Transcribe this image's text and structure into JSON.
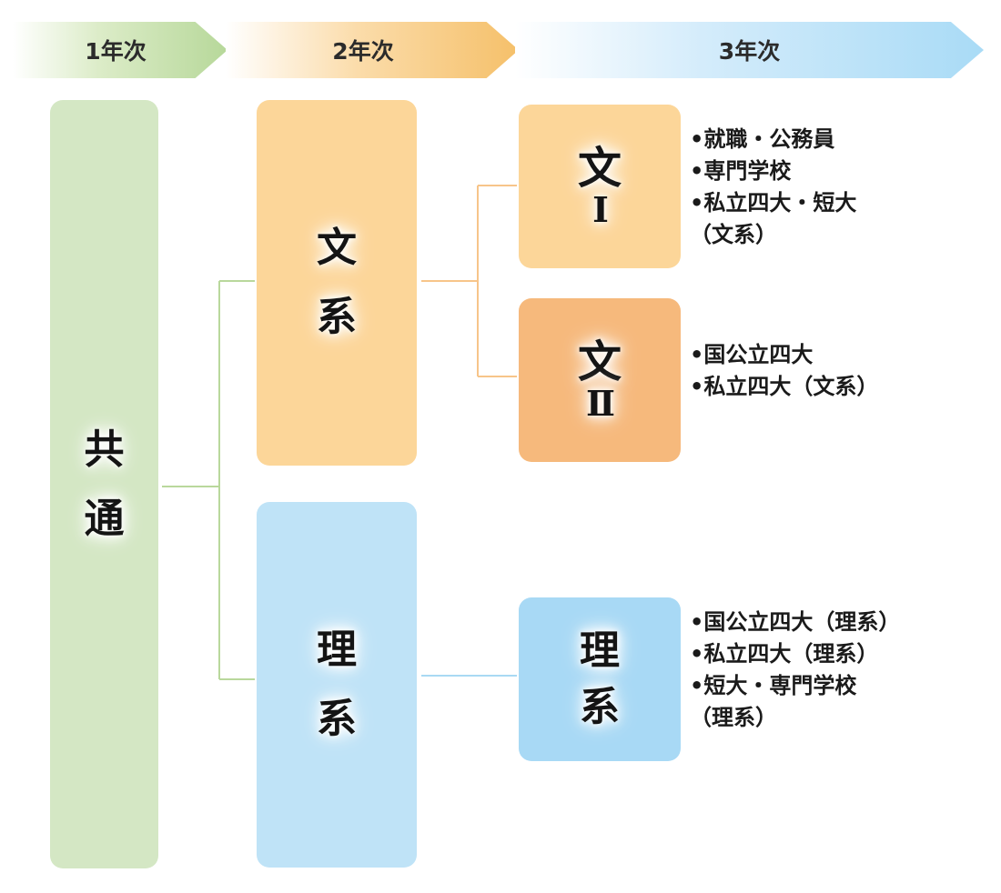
{
  "header": {
    "year1": "1年次",
    "year2": "2年次",
    "year3": "3年次"
  },
  "boxes": {
    "common": [
      "共",
      "通"
    ],
    "bunkei": [
      "文",
      "系"
    ],
    "rikei": [
      "理",
      "系"
    ],
    "bun1": {
      "main": "文",
      "numeral": "Ⅰ"
    },
    "bun2": {
      "main": "文",
      "numeral": "Ⅱ"
    },
    "ri": [
      "理",
      "系"
    ]
  },
  "outcomes": {
    "bun1": [
      "•就職・公務員",
      "•専門学校",
      "•私立四大・短大",
      "（文系）"
    ],
    "bun2": [
      "•国公立四大",
      "•私立四大（文系）"
    ],
    "ri": [
      "•国公立四大（理系）",
      "•私立四大（理系）",
      "•短大・専門学校",
      "（理系）"
    ]
  },
  "colors": {
    "green_line": "#b9d89c",
    "orange_line": "#f7c58a",
    "blue_line": "#a9d9f3"
  }
}
